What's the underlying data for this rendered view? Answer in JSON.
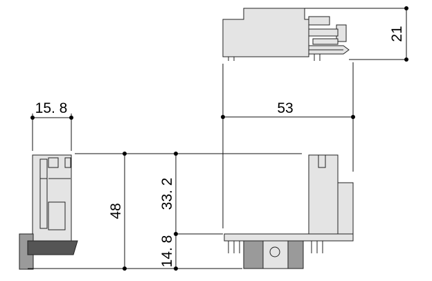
{
  "dimensions": {
    "height_top": "21",
    "width_main": "53",
    "width_side": "15. 8",
    "height_total": "48",
    "height_upper": "33. 2",
    "height_lower": "14. 8"
  }
}
